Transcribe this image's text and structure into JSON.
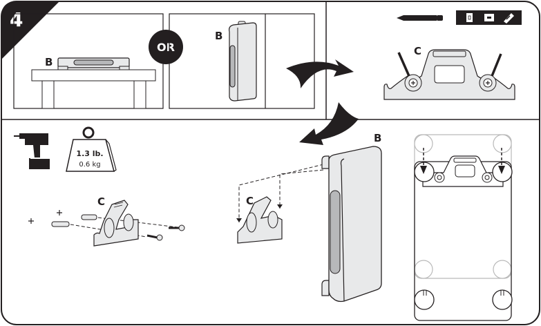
{
  "step": {
    "number": "4"
  },
  "panels": {
    "table_option": {
      "device_label": "B"
    },
    "or_badge": {
      "text": "OR"
    },
    "wall_option": {
      "device_label": "B"
    },
    "mark_holes": {
      "bracket_label": "C",
      "tools": [
        "pencil-icon",
        "level-icon",
        "spirit-level-icon",
        "screwdriver-icon"
      ]
    },
    "drill_mount": {
      "tool_icon": "drill-icon",
      "weight": {
        "imperial": "1.3 lb.",
        "metric": "0.6 kg"
      },
      "bracket_label": "C"
    },
    "hang_device": {
      "device_label": "B",
      "bracket_label": "C"
    },
    "alignment_view": {
      "description": "back-plate-alignment"
    }
  },
  "colors": {
    "ink": "#231f20",
    "device_fill": "#e8e9ea",
    "window_fill": "#b7b8ba",
    "ghost_line": "#b9b9b9"
  }
}
